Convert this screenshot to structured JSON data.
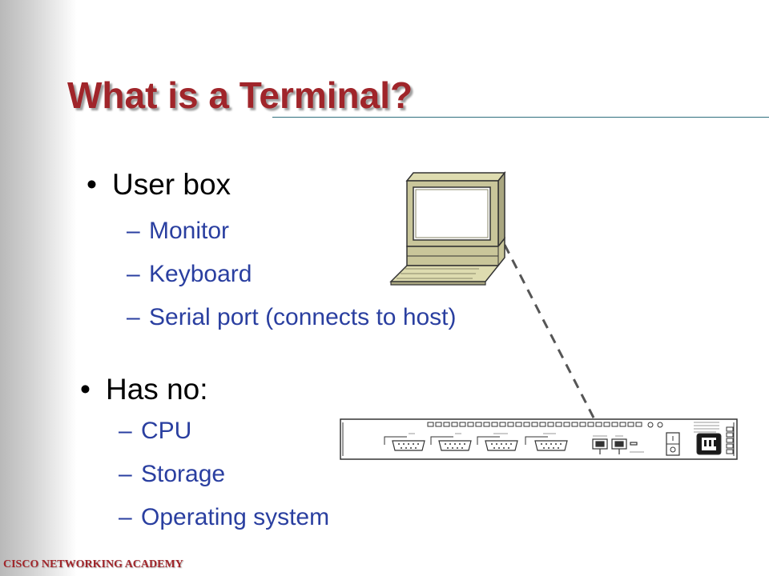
{
  "slide": {
    "title": "What is a Terminal?",
    "footer": "CISCO NETWORKING ACADEMY"
  },
  "user_box": {
    "bullet": "•",
    "heading": "User box",
    "dash": "–",
    "items": [
      "Monitor",
      "Keyboard",
      "Serial port (connects to host)"
    ]
  },
  "has_no": {
    "bullet": "•",
    "heading": "Has no:",
    "dash": "–",
    "items": [
      "CPU",
      "Storage",
      "Operating system"
    ]
  },
  "colors": {
    "title": "#a0252a",
    "sub_items": "#2a3fa0",
    "rule": "#2f6f7e"
  },
  "icons": [
    "terminal-computer-icon",
    "router-panel-icon",
    "serial-cable-icon"
  ]
}
